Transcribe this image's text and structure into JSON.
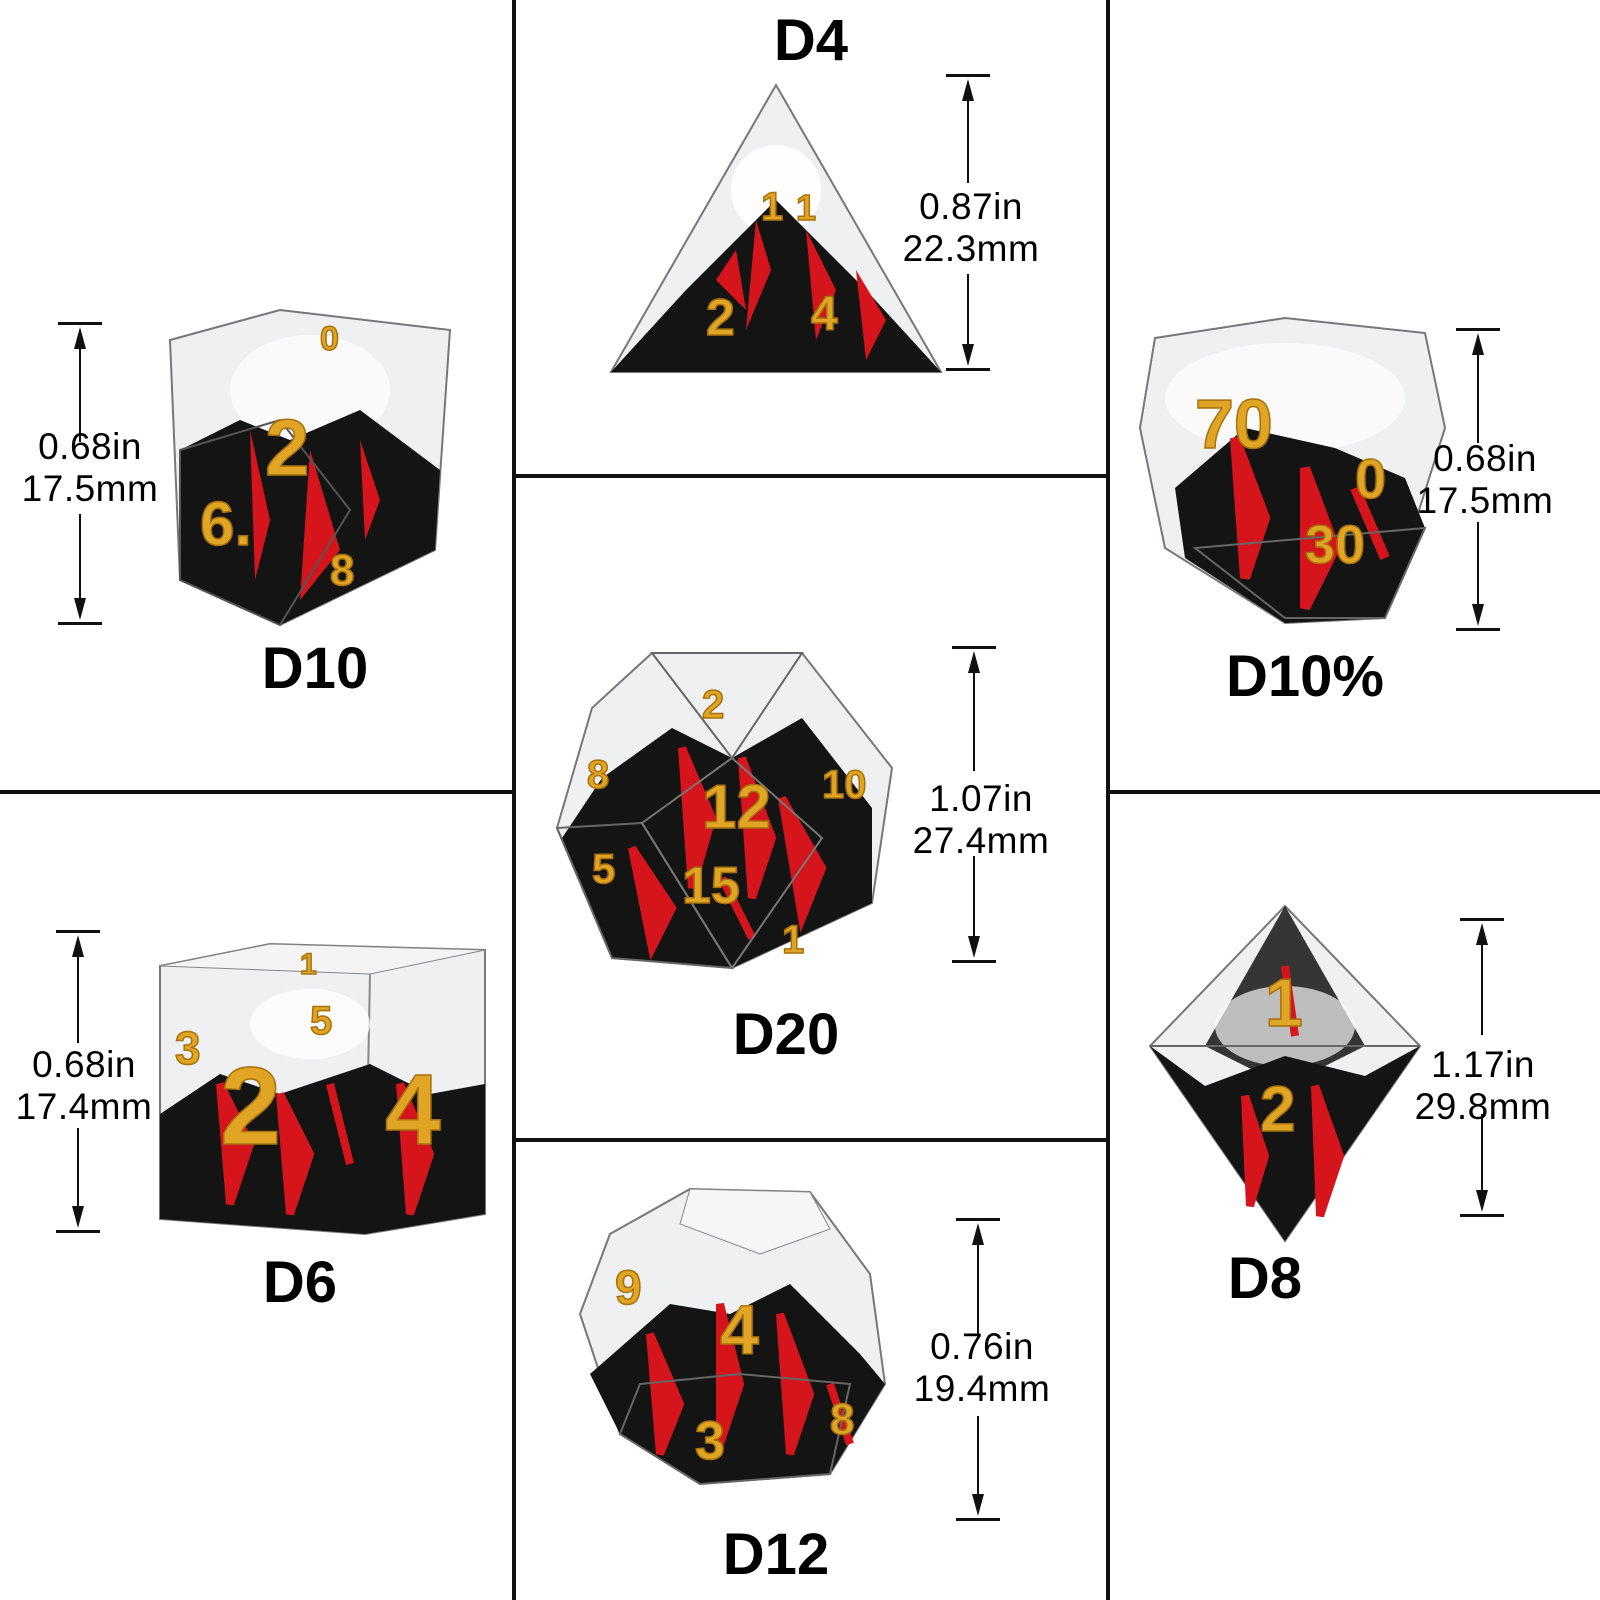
{
  "colors": {
    "resin_clear": "#eef0f2",
    "smoke": "#f6f6f6",
    "volcano": "#141414",
    "lava": "#d5141b",
    "numerals": "#e0a524",
    "grid_lines": "#111111"
  },
  "dice": {
    "d4": {
      "label": "D4",
      "inches": "0.87in",
      "mm": "22.3mm",
      "numbers": [
        "1",
        "2",
        "4",
        "1"
      ]
    },
    "d10": {
      "label": "D10",
      "inches": "0.68in",
      "mm": "17.5mm",
      "numbers": [
        "2",
        "6.",
        "8",
        "0"
      ]
    },
    "d10pct": {
      "label": "D10%",
      "inches": "0.68in",
      "mm": "17.5mm",
      "numbers": [
        "70",
        "0",
        "30"
      ]
    },
    "d20": {
      "label": "D20",
      "inches": "1.07in",
      "mm": "27.4mm",
      "numbers": [
        "12",
        "15",
        "2",
        "8",
        "10",
        "5",
        "1"
      ]
    },
    "d6": {
      "label": "D6",
      "inches": "0.68in",
      "mm": "17.4mm",
      "numbers": [
        "2",
        "4",
        "3",
        "5",
        "1"
      ]
    },
    "d8": {
      "label": "D8",
      "inches": "1.17in",
      "mm": "29.8mm",
      "numbers": [
        "1",
        "2"
      ]
    },
    "d12": {
      "label": "D12",
      "inches": "0.76in",
      "mm": "19.4mm",
      "numbers": [
        "4",
        "3",
        "9",
        "8"
      ]
    }
  }
}
